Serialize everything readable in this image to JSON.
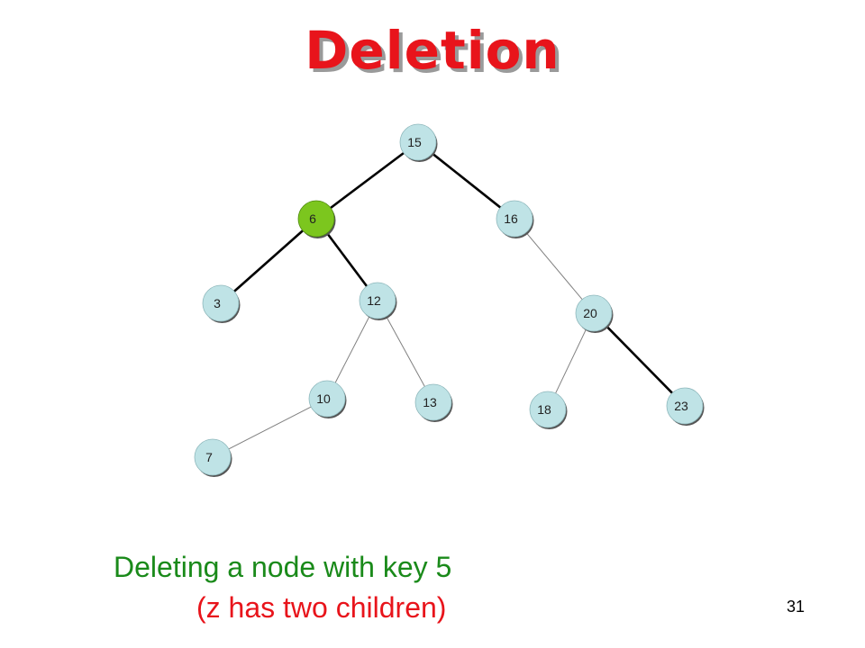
{
  "title": "Deletion",
  "caption": {
    "line1": "Deleting a node with key 5",
    "line2": "(z has two children)"
  },
  "page_number": "31",
  "colors": {
    "title": "#e8141b",
    "caption_line1": "#1a8a1a",
    "caption_line2": "#e8141b",
    "node_fill": "#bfe3e6",
    "highlight_fill": "#7cc61e",
    "edge": "#000000"
  },
  "tree": {
    "nodes": [
      {
        "id": "n15",
        "key": "15"
      },
      {
        "id": "n6",
        "key": "6",
        "highlighted": true
      },
      {
        "id": "n16",
        "key": "16"
      },
      {
        "id": "n3",
        "key": "3"
      },
      {
        "id": "n12",
        "key": "12"
      },
      {
        "id": "n20",
        "key": "20"
      },
      {
        "id": "n10",
        "key": "10"
      },
      {
        "id": "n13",
        "key": "13"
      },
      {
        "id": "n18",
        "key": "18"
      },
      {
        "id": "n23",
        "key": "23"
      },
      {
        "id": "n7",
        "key": "7"
      }
    ],
    "edges": [
      {
        "from": "n15",
        "to": "n6",
        "emphasis": "thick"
      },
      {
        "from": "n15",
        "to": "n16",
        "emphasis": "thick"
      },
      {
        "from": "n6",
        "to": "n3",
        "emphasis": "thick"
      },
      {
        "from": "n6",
        "to": "n12",
        "emphasis": "thick"
      },
      {
        "from": "n16",
        "to": "n20",
        "emphasis": "thin"
      },
      {
        "from": "n12",
        "to": "n10",
        "emphasis": "thin"
      },
      {
        "from": "n12",
        "to": "n13",
        "emphasis": "thin"
      },
      {
        "from": "n20",
        "to": "n18",
        "emphasis": "thin"
      },
      {
        "from": "n20",
        "to": "n23",
        "emphasis": "thick"
      },
      {
        "from": "n10",
        "to": "n7",
        "emphasis": "thin"
      }
    ]
  }
}
